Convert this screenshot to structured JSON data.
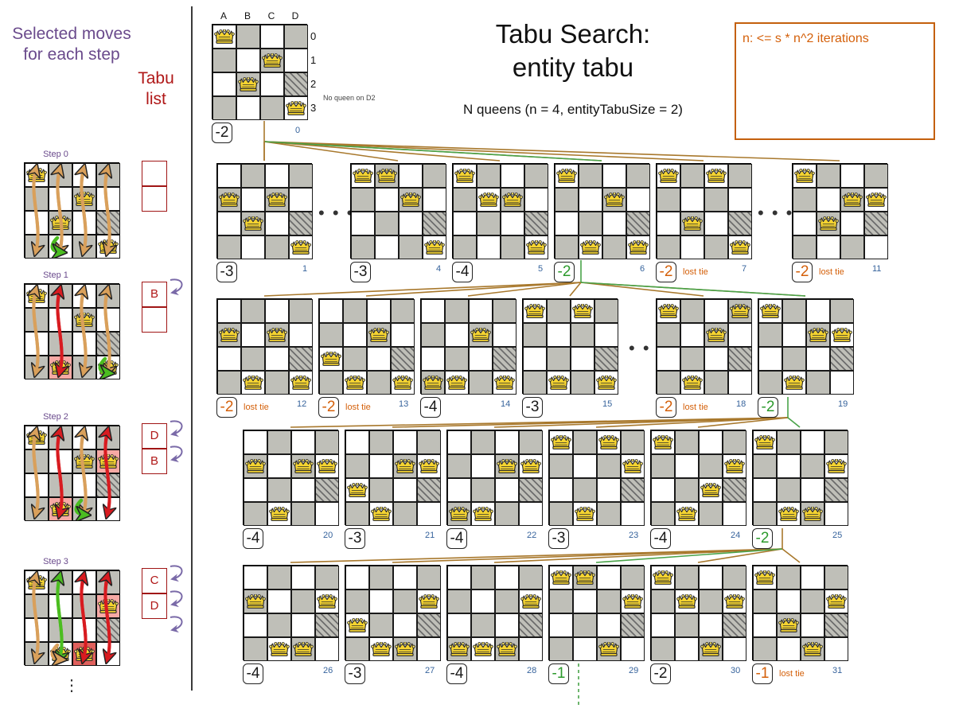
{
  "legend": {
    "selected_moves": "Selected moves for each step",
    "tabu_list": "Tabu list"
  },
  "title": {
    "line1": "Tabu Search:",
    "line2": "entity tabu",
    "subtitle": "N queens (n = 4, entityTabuSize = 2)"
  },
  "note_box": {
    "text": "n: <= s * n^2 iterations",
    "border_color": "#c4600d",
    "text_color": "#d4600a"
  },
  "board_labels": {
    "files": [
      "A",
      "B",
      "C",
      "D"
    ],
    "ranks": [
      "0",
      "1",
      "2",
      "3"
    ],
    "annotation": "No queen on D2"
  },
  "colors": {
    "purple": "#6a4a8c",
    "red": "#b01818",
    "green": "#2c9a2c",
    "orange": "#d4600a",
    "blue_index": "#36639c",
    "dark_cell": "#bfbfb8",
    "queen_yellow": "#f2d024",
    "edge_brown": "#a8782c",
    "edge_green": "#49a349"
  },
  "steps": [
    {
      "title": "Step 0",
      "queens": [
        "A0",
        "C1",
        "B2",
        "D3"
      ],
      "hatch": "D2",
      "highlight_pink": [],
      "highlight_red": [],
      "arrows": [
        {
          "col": "A",
          "color": "orange"
        },
        {
          "col": "B",
          "color": "orange"
        },
        {
          "col": "C",
          "color": "orange"
        },
        {
          "col": "D",
          "color": "orange"
        },
        {
          "col": "B",
          "color": "green",
          "short": true
        }
      ],
      "tabu": [
        "",
        ""
      ],
      "tabu_arrows": 0
    },
    {
      "title": "Step 1",
      "queens": [
        "A0",
        "C1",
        "B3",
        "D3"
      ],
      "hatch": "D2",
      "highlight_pink": [
        "B3"
      ],
      "highlight_red": [],
      "arrows": [
        {
          "col": "A",
          "color": "orange"
        },
        {
          "col": "B",
          "color": "red"
        },
        {
          "col": "C",
          "color": "orange"
        },
        {
          "col": "D",
          "color": "orange"
        },
        {
          "col": "D",
          "color": "green",
          "short": true
        }
      ],
      "tabu": [
        "B",
        ""
      ],
      "tabu_arrows": 1
    },
    {
      "title": "Step 2",
      "queens": [
        "A0",
        "C1",
        "D1",
        "B3"
      ],
      "hatch": "D2",
      "highlight_pink": [
        "B3",
        "D1"
      ],
      "highlight_red": [],
      "arrows": [
        {
          "col": "A",
          "color": "orange"
        },
        {
          "col": "B",
          "color": "red"
        },
        {
          "col": "C",
          "color": "orange"
        },
        {
          "col": "D",
          "color": "red"
        },
        {
          "col": "C",
          "color": "green",
          "short": true
        }
      ],
      "tabu": [
        "D",
        "B"
      ],
      "tabu_arrows": 2
    },
    {
      "title": "Step 3",
      "queens": [
        "A0",
        "D1",
        "B3",
        "C3"
      ],
      "hatch": "D2",
      "highlight_pink": [
        "D1"
      ],
      "highlight_red": [
        "C3"
      ],
      "arrows": [
        {
          "col": "A",
          "color": "orange"
        },
        {
          "col": "B",
          "color": "green"
        },
        {
          "col": "C",
          "color": "red"
        },
        {
          "col": "D",
          "color": "red"
        },
        {
          "col": "B",
          "color": "orange",
          "short": true
        }
      ],
      "tabu": [
        "C",
        "D"
      ],
      "tabu_arrows": 3
    }
  ],
  "vertical_dots": "⋮",
  "root": {
    "queens": [
      "A0",
      "C1",
      "B2",
      "D3"
    ],
    "hatch": "D2",
    "score": "-2",
    "score_color": "black",
    "index": "0",
    "annotation": "No queen on D2"
  },
  "tree_rows": [
    {
      "row": 1,
      "boards": [
        {
          "queens": [
            "A1",
            "C1",
            "B2",
            "D3"
          ],
          "hatch": "D2",
          "score": "-3",
          "score_color": "black",
          "index": "1",
          "lost_tie": ""
        },
        {
          "ellipsis": true
        },
        {
          "queens": [
            "A0",
            "B0",
            "C1",
            "D3"
          ],
          "hatch": "D2",
          "score": "-3",
          "score_color": "black",
          "index": "4",
          "lost_tie": ""
        },
        {
          "queens": [
            "A0",
            "B1",
            "C1",
            "D3"
          ],
          "hatch": "D2",
          "score": "-4",
          "score_color": "black",
          "index": "5",
          "lost_tie": ""
        },
        {
          "queens": [
            "A0",
            "C1",
            "B3",
            "D3"
          ],
          "hatch": "D2",
          "score": "-2",
          "score_color": "green",
          "index": "6",
          "lost_tie": ""
        },
        {
          "queens": [
            "A0",
            "C0",
            "B2",
            "D3"
          ],
          "hatch": "D2",
          "score": "-2",
          "score_color": "orange",
          "index": "7",
          "lost_tie": "lost tie"
        },
        {
          "ellipsis": true
        },
        {
          "queens": [
            "A0",
            "C1",
            "D1",
            "B2"
          ],
          "hatch": "D2",
          "score": "-2",
          "score_color": "orange",
          "index": "11",
          "lost_tie": "lost tie"
        }
      ]
    },
    {
      "row": 2,
      "boards": [
        {
          "queens": [
            "A1",
            "C1",
            "B3",
            "D3"
          ],
          "hatch": "D2",
          "score": "-2",
          "score_color": "orange",
          "index": "12",
          "lost_tie": "lost tie"
        },
        {
          "queens": [
            "C1",
            "A2",
            "B3",
            "D3"
          ],
          "hatch": "D2",
          "score": "-2",
          "score_color": "orange",
          "index": "13",
          "lost_tie": "lost tie"
        },
        {
          "queens": [
            "C1",
            "A3",
            "B3",
            "D3"
          ],
          "hatch": "D2",
          "score": "-4",
          "score_color": "black",
          "index": "14",
          "lost_tie": ""
        },
        {
          "queens": [
            "A0",
            "C0",
            "B3",
            "D3"
          ],
          "hatch": "D2",
          "score": "-3",
          "score_color": "black",
          "index": "15",
          "lost_tie": ""
        },
        {
          "ellipsis": true
        },
        {
          "queens": [
            "A0",
            "D0",
            "C1",
            "B3"
          ],
          "hatch": "D2",
          "score": "-2",
          "score_color": "orange",
          "index": "18",
          "lost_tie": "lost tie"
        },
        {
          "queens": [
            "A0",
            "C1",
            "D1",
            "B3"
          ],
          "hatch": "D2",
          "score": "-2",
          "score_color": "green",
          "index": "19",
          "lost_tie": ""
        }
      ]
    },
    {
      "row": 3,
      "boards": [
        {
          "queens": [
            "A1",
            "C1",
            "D1",
            "B3"
          ],
          "hatch": "D2",
          "score": "-4",
          "score_color": "black",
          "index": "20",
          "lost_tie": ""
        },
        {
          "queens": [
            "C1",
            "D1",
            "A2",
            "B3"
          ],
          "hatch": "D2",
          "score": "-3",
          "score_color": "black",
          "index": "21",
          "lost_tie": ""
        },
        {
          "queens": [
            "C1",
            "D1",
            "A3",
            "B3"
          ],
          "hatch": "D2",
          "score": "-4",
          "score_color": "black",
          "index": "22",
          "lost_tie": ""
        },
        {
          "queens": [
            "A0",
            "C0",
            "D1",
            "B3"
          ],
          "hatch": "D2",
          "score": "-3",
          "score_color": "black",
          "index": "23",
          "lost_tie": ""
        },
        {
          "queens": [
            "A0",
            "D1",
            "C2",
            "B3"
          ],
          "hatch": "D2",
          "score": "-4",
          "score_color": "black",
          "index": "24",
          "lost_tie": ""
        },
        {
          "queens": [
            "A0",
            "D1",
            "B3",
            "C3"
          ],
          "hatch": "D2",
          "score": "-2",
          "score_color": "green",
          "index": "25",
          "lost_tie": ""
        }
      ]
    },
    {
      "row": 4,
      "boards": [
        {
          "queens": [
            "A1",
            "D1",
            "B3",
            "C3"
          ],
          "hatch": "D2",
          "score": "-4",
          "score_color": "black",
          "index": "26",
          "lost_tie": ""
        },
        {
          "queens": [
            "D1",
            "A2",
            "B3",
            "C3"
          ],
          "hatch": "D2",
          "score": "-3",
          "score_color": "black",
          "index": "27",
          "lost_tie": ""
        },
        {
          "queens": [
            "D1",
            "A3",
            "B3",
            "C3"
          ],
          "hatch": "D2",
          "score": "-4",
          "score_color": "black",
          "index": "28",
          "lost_tie": ""
        },
        {
          "queens": [
            "A0",
            "B0",
            "D1",
            "C3"
          ],
          "hatch": "D2",
          "score": "-1",
          "score_color": "green",
          "index": "29",
          "lost_tie": ""
        },
        {
          "queens": [
            "A0",
            "B1",
            "D1",
            "C3"
          ],
          "hatch": "D2",
          "score": "-2",
          "score_color": "black",
          "index": "30",
          "lost_tie": ""
        },
        {
          "queens": [
            "A0",
            "D1",
            "B2",
            "C3"
          ],
          "hatch": "D2",
          "score": "-1",
          "score_color": "orange",
          "index": "31",
          "lost_tie": "lost tie"
        }
      ]
    }
  ]
}
